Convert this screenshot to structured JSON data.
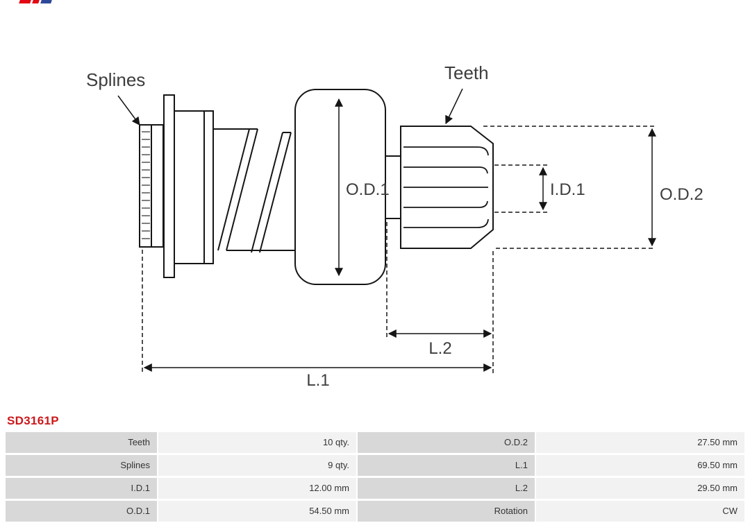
{
  "logo": {
    "name": "brand-logo-fragment",
    "colors": [
      "#e30613",
      "#2d4899"
    ]
  },
  "diagram": {
    "type": "starter-drive-technical-drawing",
    "line_color": "#151515",
    "label_color": "#3d3d3d",
    "labels": {
      "splines": "Splines",
      "teeth": "Teeth",
      "od1": "O.D.1",
      "id1": "I.D.1",
      "od2": "O.D.2",
      "l2": "L.2",
      "l1": "L.1"
    }
  },
  "part_number": "SD3161P",
  "part_number_color": "#cc181b",
  "table": {
    "label_bg": "#d8d8d8",
    "value_bg": "#f2f2f2",
    "rows": [
      [
        "Teeth",
        "10 qty.",
        "O.D.2",
        "27.50 mm"
      ],
      [
        "Splines",
        "9 qty.",
        "L.1",
        "69.50 mm"
      ],
      [
        "I.D.1",
        "12.00 mm",
        "L.2",
        "29.50 mm"
      ],
      [
        "O.D.1",
        "54.50 mm",
        "Rotation",
        "CW"
      ]
    ]
  }
}
